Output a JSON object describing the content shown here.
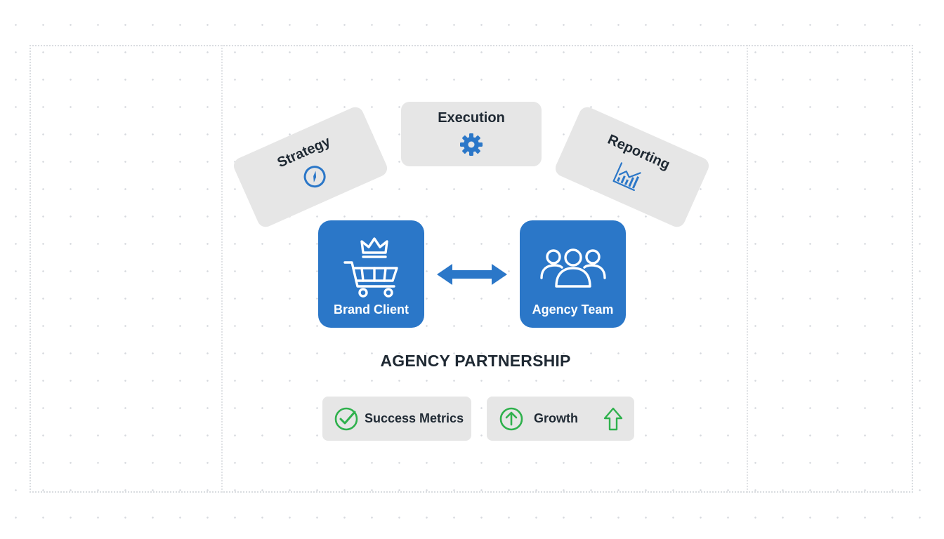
{
  "diagram": {
    "top_cards": [
      {
        "label": "Strategy",
        "icon": "compass-icon"
      },
      {
        "label": "Execution",
        "icon": "gear-icon"
      },
      {
        "label": "Reporting",
        "icon": "bar-chart-trend-icon"
      }
    ],
    "parties": [
      {
        "label": "Brand Client",
        "icon": "shopping-cart-crown-icon"
      },
      {
        "label": "Agency Team",
        "icon": "group-icon"
      }
    ],
    "connector": "double-arrow-icon",
    "title": "AGENCY PARTNERSHIP",
    "outcomes": [
      {
        "label": "Success Metrics",
        "icon": "check-circle-icon"
      },
      {
        "label": "Growth",
        "icon": "arrow-up-circle-icon",
        "trailing_icon": "arrow-up-outline-icon"
      }
    ]
  },
  "colors": {
    "primary_blue": "#2b77c8",
    "success_green": "#2fb14d",
    "card_gray": "#e6e6e6",
    "text_dark": "#1f2933"
  }
}
